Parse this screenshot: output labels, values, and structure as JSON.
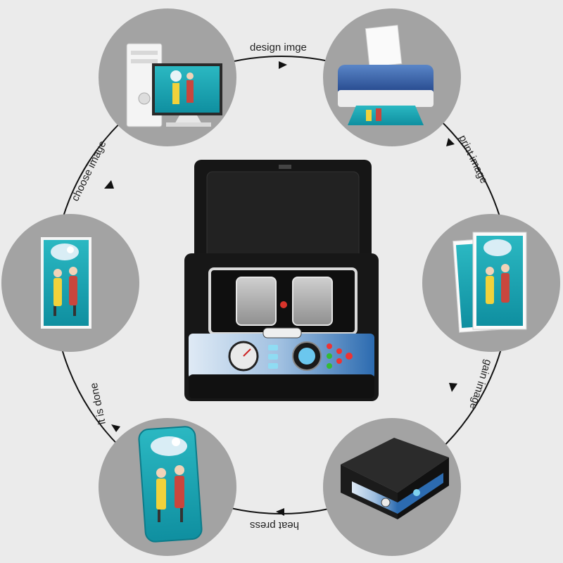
{
  "steps": [
    {
      "id": "design",
      "label": "design imge"
    },
    {
      "id": "print",
      "label": "print image"
    },
    {
      "id": "gain",
      "label": "gain image"
    },
    {
      "id": "heat",
      "label": "heat press"
    },
    {
      "id": "done",
      "label": "it is done"
    },
    {
      "id": "choose",
      "label": "choose image"
    }
  ],
  "icons": {
    "computer": "computer-icon",
    "printer": "printer-icon",
    "prints": "printed-sheets-icon",
    "press": "heat-press-machine-icon",
    "phone": "phone-case-icon",
    "photo": "photo-icon"
  },
  "colors": {
    "background": "#ebebeb",
    "circle": "#a3a3a3",
    "machine": "#161616",
    "teal": "#1aa6b2",
    "panel_blue": "#2c6bb0"
  }
}
